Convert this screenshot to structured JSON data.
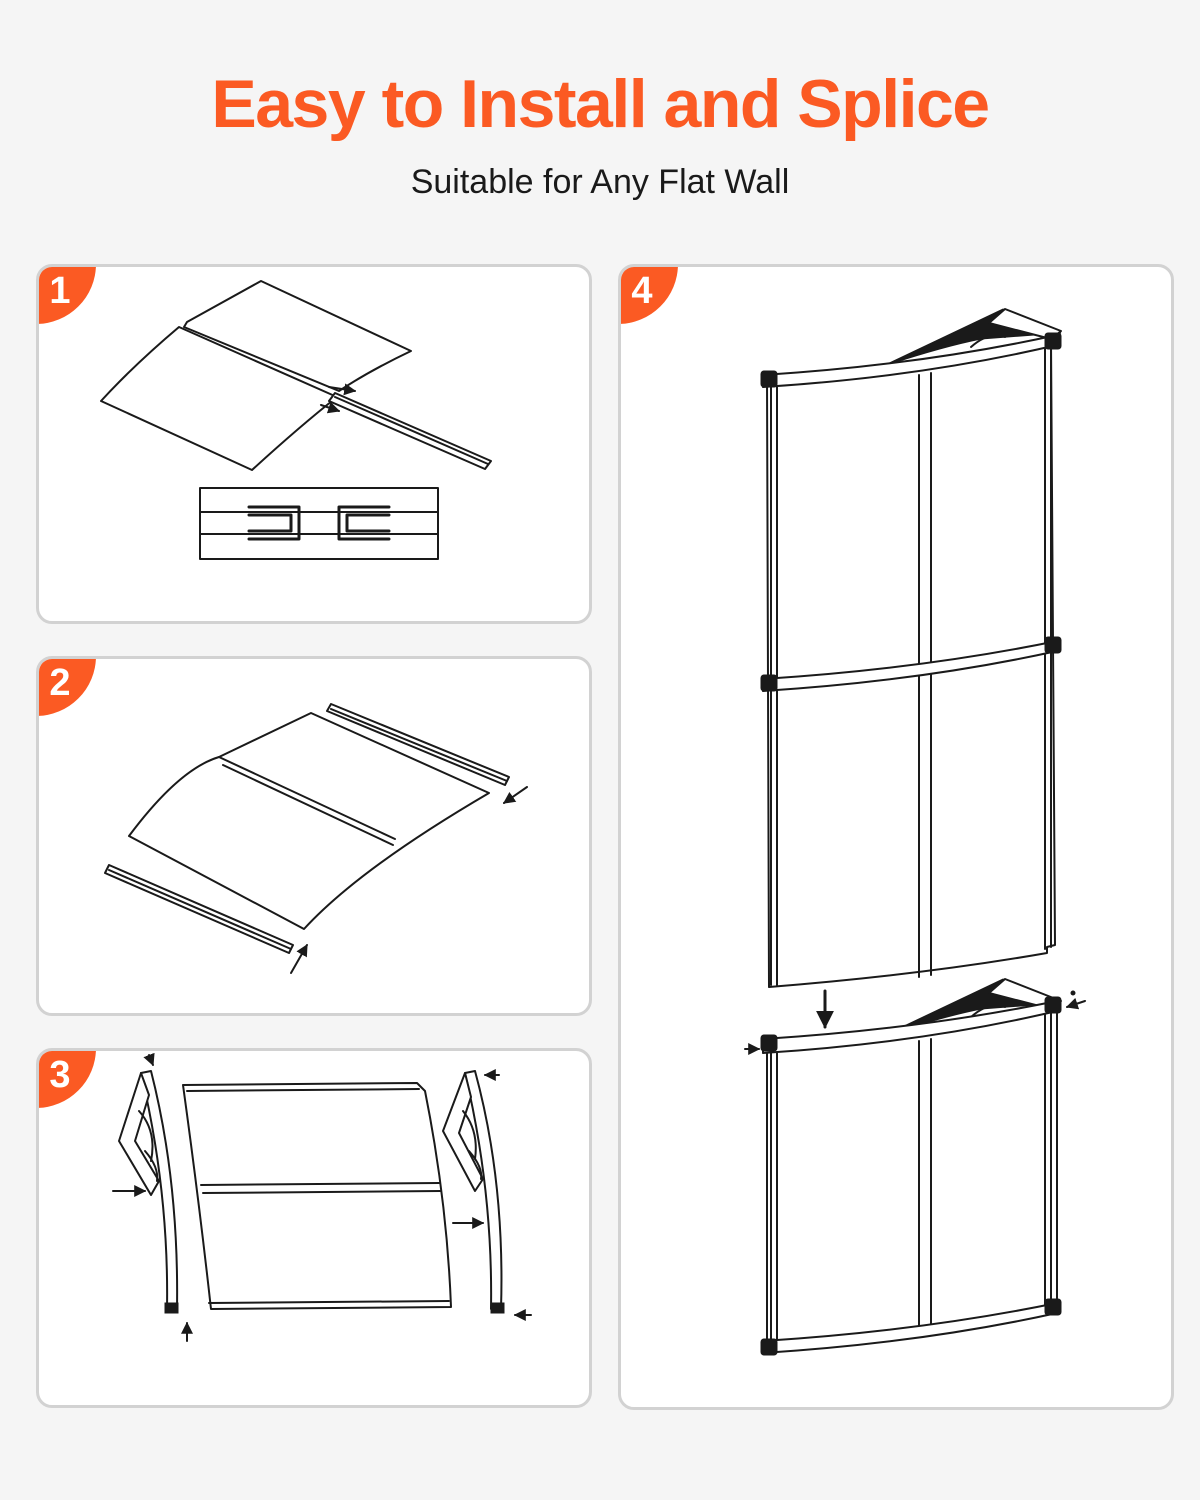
{
  "header": {
    "title": "Easy to Install and Splice",
    "subtitle": "Suitable for Any Flat Wall"
  },
  "steps": [
    {
      "number": "1",
      "illustration": "insert-h-connector-strip-between-panels"
    },
    {
      "number": "2",
      "illustration": "attach-edge-strips-to-panel"
    },
    {
      "number": "3",
      "illustration": "mount-side-brackets"
    },
    {
      "number": "4",
      "illustration": "splice-multiple-awnings-together"
    }
  ],
  "colors": {
    "accent": "#fb5a23",
    "background": "#f5f5f5",
    "panel_border": "#d2d2d2",
    "line": "#1a1a1a"
  }
}
